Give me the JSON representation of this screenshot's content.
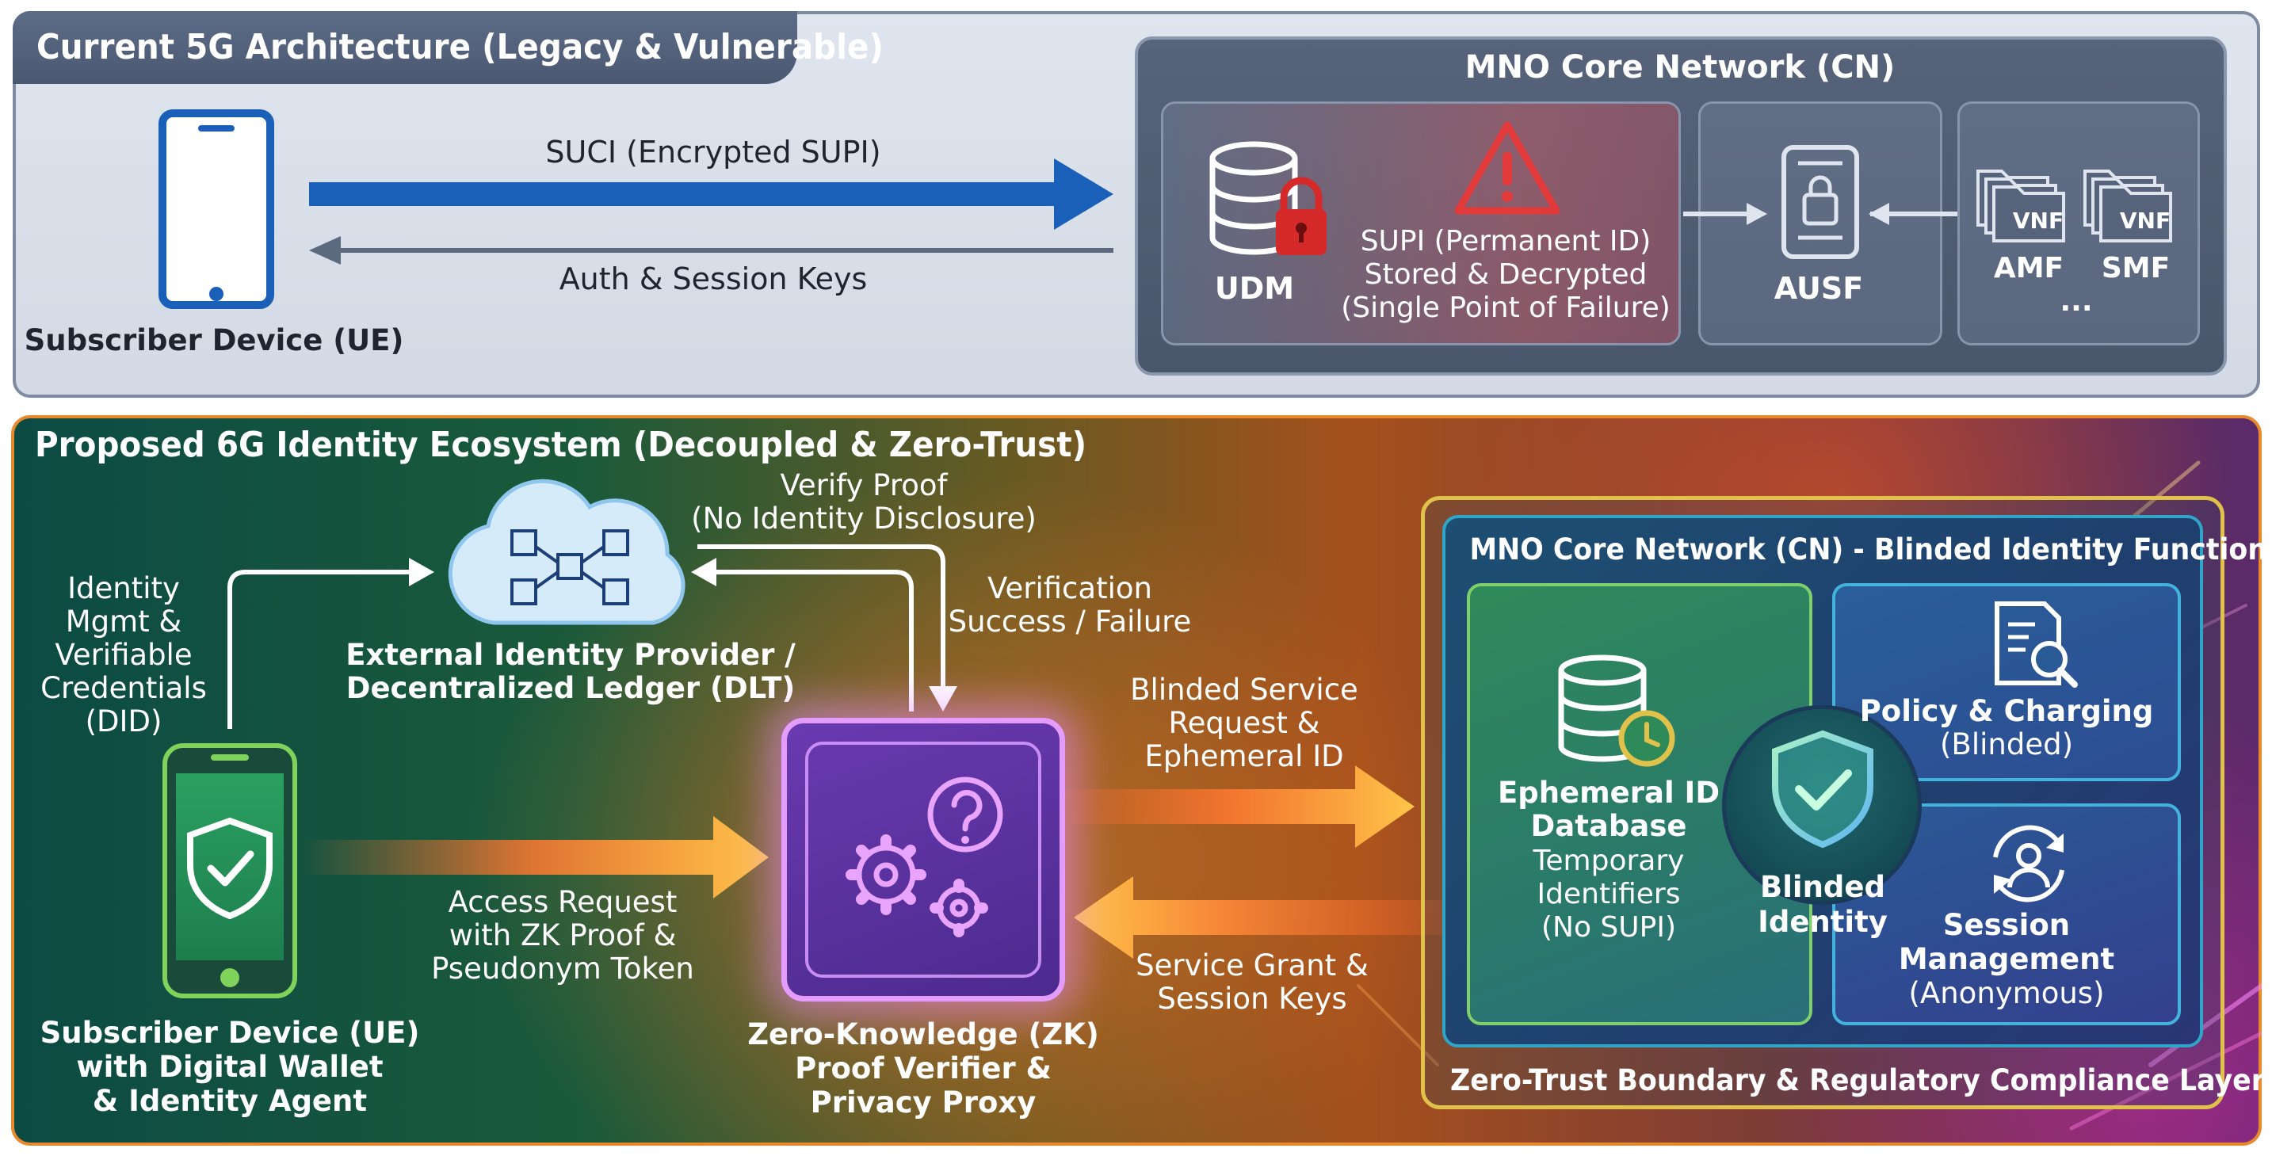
{
  "top": {
    "title": "Current 5G Architecture (Legacy & Vulnerable)",
    "ue_label": "Subscriber Device (UE)",
    "arrow_suci": "SUCI (Encrypted SUPI)",
    "arrow_auth": "Auth & Session Keys",
    "cn_title": "MNO Core Network (CN)",
    "udm": "UDM",
    "supi_line1": "SUPI (Permanent ID)",
    "supi_line2": "Stored & Decrypted",
    "supi_line3": "(Single Point of Failure)",
    "ausf": "AUSF",
    "vnf": "VNF",
    "amf": "AMF",
    "smf": "SMF",
    "ellipsis": "..."
  },
  "bottom": {
    "title": "Proposed 6G Identity Ecosystem (Decoupled & Zero-Trust)",
    "identity_mgmt": [
      "Identity",
      "Mgmt &",
      "Verifiable",
      "Credentials",
      "(DID)"
    ],
    "verify_proof": [
      "Verify Proof",
      "(No Identity Disclosure)"
    ],
    "verification": [
      "Verification",
      "Success / Failure"
    ],
    "idp": [
      "External Identity Provider /",
      "Decentralized Ledger (DLT)"
    ],
    "access_request": [
      "Access Request",
      "with ZK Proof &",
      "Pseudonym Token"
    ],
    "ue2": [
      "Subscriber Device (UE)",
      "with Digital Wallet",
      "& Identity Agent"
    ],
    "zk": [
      "Zero-Knowledge (ZK)",
      "Proof Verifier &",
      "Privacy Proxy"
    ],
    "blinded_request": [
      "Blinded Service",
      "Request &",
      "Ephemeral ID"
    ],
    "service_grant": [
      "Service Grant &",
      "Session Keys"
    ],
    "cn2_title": "MNO Core Network (CN) - Blinded Identity Functions",
    "eph_title": [
      "Ephemeral ID",
      "Database"
    ],
    "eph_sub": [
      "Temporary",
      "Identifiers",
      "(No SUPI)"
    ],
    "blinded_identity": [
      "Blinded",
      "Identity"
    ],
    "policy": "Policy & Charging",
    "policy_sub": "(Blinded)",
    "session": [
      "Session",
      "Management"
    ],
    "session_sub": "(Anonymous)",
    "zt_label": "Zero-Trust Boundary & Regulatory Compliance Layer"
  },
  "colors": {
    "top_arrow": "#1a5fb8",
    "warning": "#e23a3a",
    "zt_boundary": "#e0c24a",
    "zk_glow": "#e59cff",
    "ue_green": "#7fd35a"
  }
}
